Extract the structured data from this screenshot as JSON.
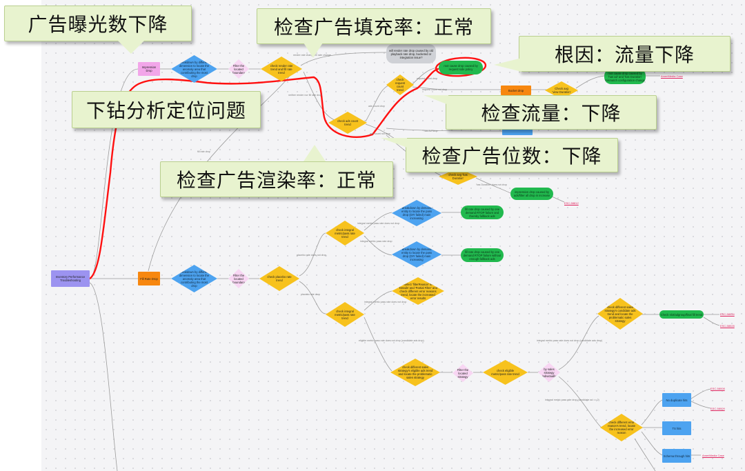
{
  "callouts": {
    "impressions_drop": "广告曝光数下降",
    "drill_down": "下钻分析定位问题",
    "fill_rate_normal": "检查广告填充率：正常",
    "root_cause": "根因：流量下降",
    "traffic_down": "检查流量：下降",
    "ad_slots_down": "检查广告位数：下降",
    "render_rate_normal": "检查广告渲染率：正常"
  },
  "nodes": {
    "inventory_perf": "Inventory Performance Troubleshooting",
    "impression_drop": "Impression Drop",
    "breakdown_dims_1": "breakdown by different dimension to locate the anomaly area that contributing the most drop",
    "filter_bucket_1": "Filter the located boundary",
    "check_render_rate": "check render rate trend and fill rate trend",
    "fill_cause_q": "will render rate drop caused by old playback rate drop, bucketed or integration issue?",
    "check_request_trend": "check request count trend",
    "check_adslot_count": "check ads count trend",
    "root_request_drop": "root cause drop caused by request side policy",
    "bucket_node": "Bucket drop",
    "check_duration": "Check avg 'view Duration'",
    "root_duration": "root cause drop caused by 'has ad' and 'has Duration' mismatch configuration change",
    "mid_blue": "",
    "has_duration": "check avg 'has Duration'",
    "root_impr_caused": "impression drop caused by ads/filter all drop in increase",
    "fill_drop": "Fill Rate Drop",
    "breakdown_dims_2": "breakdown by different dimension to locate the anomaly area that contributing the most drop",
    "filter_bucket_2": "Filter the located boundary",
    "check_placebo": "check placebo rate trend",
    "check_integral_1": "check integral metric/pass rate trend",
    "breakdown_demand_1": "Breakdown by demand entity to locate the pass drop (DIY failed) main increasing",
    "root_demand_1": "fill rate drop caused by one demand RTOP failure and thereby fallback ads",
    "breakdown_demand_2": "Breakdown by demand entity to locate the pass drop (DIY failed) main increasing",
    "root_demand_2": "fill rate drop caused by one demand RTOP failure without enough fallback ads",
    "select_paths": "select 'filterReason' in 'Details' and 'Partial Filter' and check different error reasons trend, locate the increased error results",
    "check_integral_2": "check integral metric/pass rate trend",
    "check_strategy": "check different sales strategy's eligible ads trend and locate the problematic sales strategy",
    "filter_bucket_3": "Filter the located strategy",
    "check_eligible": "check eligible metric/pass rate trend",
    "by_sales_strategy": "by sales strategy individually",
    "check_strategy_2": "check different sales strategy's candidate ads trend and locate the problematic sales strategy",
    "green_result": "Check slot/adgroup/final fill trend",
    "check_errors": "check different error reason's trend, locate the increased error reason",
    "no_dup": "No duplicate hits",
    "ts_hits": "TS hits",
    "schemas": "Schema through hits"
  },
  "links": {
    "amo_1": "AmeriMedia Case",
    "esc_1": "ESC-58812",
    "esc_2": "ESC-58034",
    "esc_3": "ESC-58028",
    "esc_4": "ESC-58008",
    "esc_5": "ESC-58009",
    "amo_2": "AmeriMedia Case"
  },
  "edge_labels": {
    "e1": "render rate change/fill rate change",
    "e2": "neither render nor fill rate drop",
    "e3": "fill rate drop",
    "e4": "ads count drop",
    "e5": "request count not drop",
    "e6": "ads count not drop",
    "e7": "'has Ad' drop",
    "e8": "'has Duration' does not drop",
    "e9": "placebo rate does not drop",
    "e10": "integral metric pass rate does not drop",
    "e11": "integral metric pass rate drop",
    "e12": "placebo rate drop",
    "e13": "integral metric pass rate does not drop (candidate ads drop)",
    "e14": "integral metric pass rate drop (candidate ad == 0)",
    "e15": "eligible metric pass rate does not drop (candidate ads drop)",
    "e16": "request count drop"
  },
  "colors": {
    "callout_bg": "#e8f3cf",
    "annotation_stroke": "#ff1010",
    "decision": "#f7c21d",
    "process": "#4da3f0",
    "result": "#21b94e"
  }
}
